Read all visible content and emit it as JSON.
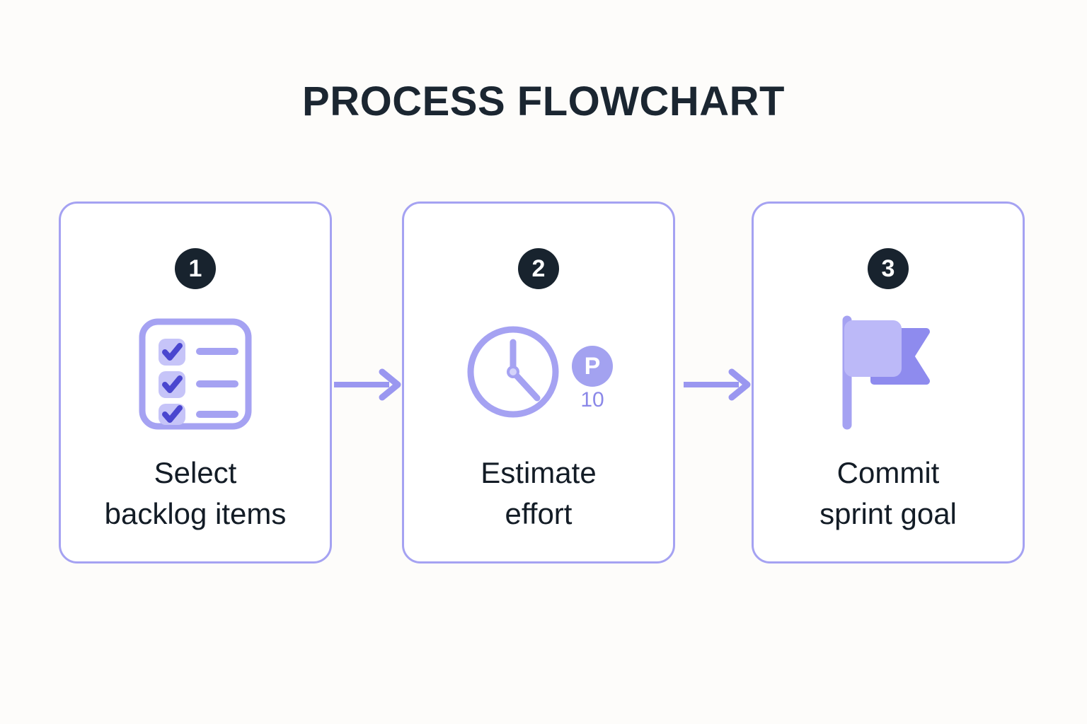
{
  "title": "PROCESS FLOWCHART",
  "colors": {
    "background": "#fdfcfa",
    "card_background": "#ffffff",
    "card_border": "#a5a2f2",
    "badge_background": "#18232e",
    "badge_text": "#ffffff",
    "accent_purple": "#a5a2f2",
    "accent_purple_light": "#c6c4f8",
    "accent_purple_dark": "#4a46cf",
    "arrow": "#9a97f0",
    "text": "#131c26"
  },
  "steps": [
    {
      "number": "1",
      "label": "Select\nbacklog items",
      "icon": "checklist-icon",
      "checklist": {
        "rows": 3,
        "checked": [
          true,
          true,
          true
        ]
      }
    },
    {
      "number": "2",
      "label": "Estimate\neffort",
      "icon": "clock-icon",
      "badge_letter": "P",
      "badge_value": "10"
    },
    {
      "number": "3",
      "label": "Commit\nsprint goal",
      "icon": "flag-icon"
    }
  ],
  "arrows": [
    {
      "name": "arrow-step1-to-step2",
      "direction": "right"
    },
    {
      "name": "arrow-step2-to-step3",
      "direction": "right"
    }
  ]
}
